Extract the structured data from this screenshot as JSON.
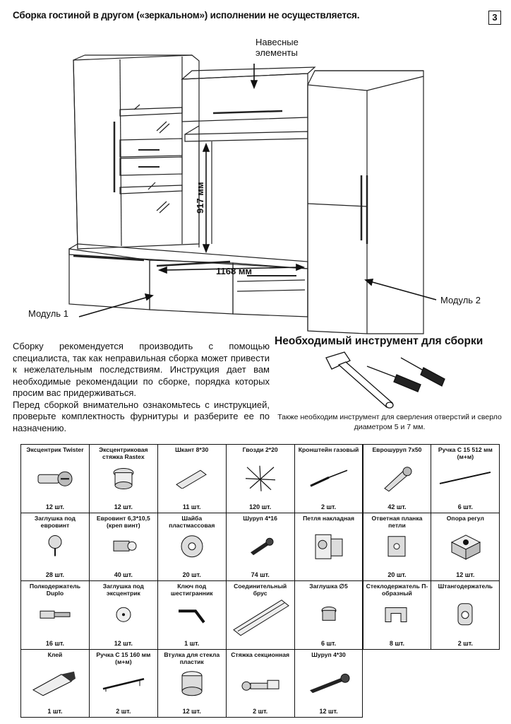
{
  "header": {
    "title": "Сборка гостиной в другом («зеркальном») исполнении не осуществляется.",
    "page_number": "3"
  },
  "diagram": {
    "label_hanging": [
      "Навесные",
      "элементы"
    ],
    "dim_height": "917 мм",
    "dim_width": "1168 мм",
    "module1": "Модуль 1",
    "module2": "Модуль 2"
  },
  "intro": {
    "paragraphs": [
      "Сборку рекомендуется производить с помощью специалиста, так как неправильная сборка может привести к нежелательным последствиям. Инструкция дает вам необходимые рекомендации по сборке, порядка которых просим вас придерживаться.",
      "Перед сборкой внимательно ознакомьтесь с инструкцией, проверьте комплектность фурнитуры и разберите ее по назначению."
    ]
  },
  "tools": {
    "title": "Необходимый инструмент для сборки",
    "note": "Также необходим инструмент для сверления отверстий и сверло диаметром 5 и 7 мм."
  },
  "hardware": [
    {
      "name": "Эксцентрик Twister",
      "count": "12 шт.",
      "icon": "eccentric-icon"
    },
    {
      "name": "Эксцентриковая стяжка Rastex",
      "count": "12 шт.",
      "icon": "rastex-icon"
    },
    {
      "name": "Шкант 8*30",
      "count": "11 шт.",
      "icon": "dowel-icon"
    },
    {
      "name": "Гвозди 2*20",
      "count": "120 шт.",
      "icon": "nails-icon"
    },
    {
      "name": "Кронштейн газовый",
      "count": "2 шт.",
      "icon": "gas-strut-icon"
    },
    {
      "name": "Еврошуруп 7х50",
      "count": "42 шт.",
      "icon": "euroscrew-icon"
    },
    {
      "name": "Ручка С 15 512 мм (м+м)",
      "count": "6 шт.",
      "icon": "handle-long-icon"
    },
    {
      "name": "Заглушка под евровинт",
      "count": "28 шт.",
      "icon": "cap-icon"
    },
    {
      "name": "Евровинт 6,3*10,5 (креп винт)",
      "count": "40 шт.",
      "icon": "euroscrew-short-icon"
    },
    {
      "name": "Шайба пластмассовая",
      "count": "20 шт.",
      "icon": "washer-icon"
    },
    {
      "name": "Шуруп 4*16",
      "count": "74 шт.",
      "icon": "screw-icon"
    },
    {
      "name": "Петля накладная",
      "count": "",
      "icon": "hinge-icon"
    },
    {
      "name": "Ответная планка петли",
      "count": "20 шт.",
      "icon": "hinge-plate-icon"
    },
    {
      "name": "Опора регул",
      "count": "12 шт.",
      "icon": "leveler-icon"
    },
    {
      "name": "Полкодержатель Duplo",
      "count": "16 шт.",
      "icon": "shelf-support-icon"
    },
    {
      "name": "Заглушка под эксцентрик",
      "count": "12 шт.",
      "icon": "eccentric-cap-icon"
    },
    {
      "name": "Ключ под шестигранник",
      "count": "1 шт.",
      "icon": "hex-key-icon"
    },
    {
      "name": "Соединительный брус",
      "count": "",
      "icon": "connector-bar-icon"
    },
    {
      "name": "Заглушка ∅5",
      "count": "6 шт.",
      "icon": "plug-icon"
    },
    {
      "name": "Стеклодержатель П-образный",
      "count": "8 шт.",
      "icon": "glass-holder-icon"
    },
    {
      "name": "Штангодержатель",
      "count": "2 шт.",
      "icon": "rod-holder-icon"
    },
    {
      "name": "Клей",
      "count": "1 шт.",
      "icon": "glue-icon"
    },
    {
      "name": "Ручка С 15 160 мм (м+м)",
      "count": "2 шт.",
      "icon": "handle-short-icon"
    },
    {
      "name": "Втулка для стекла пластик",
      "count": "12 шт.",
      "icon": "glass-bushing-icon"
    },
    {
      "name": "Стяжка секционная",
      "count": "2 шт.",
      "icon": "section-tie-icon"
    },
    {
      "name": "Шуруп 4*30",
      "count": "12 шт.",
      "icon": "screw-long-icon"
    }
  ]
}
